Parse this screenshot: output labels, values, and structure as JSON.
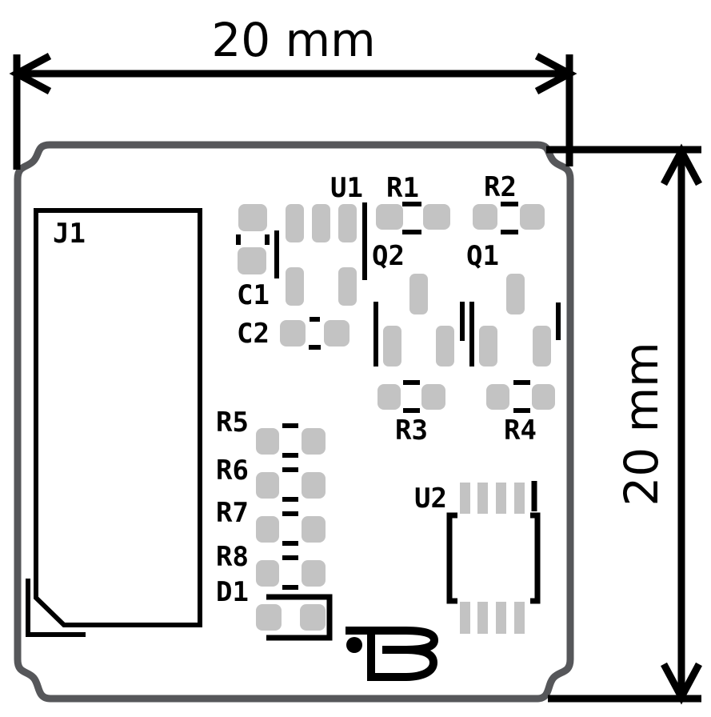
{
  "figure": {
    "type": "pcb-layout-dimension-drawing",
    "board_shape": "square with ogee (mouse-bite) corners"
  },
  "dimensions": {
    "width_label": "20 mm",
    "height_label": "20 mm"
  },
  "components": {
    "j1": "J1",
    "u1": "U1",
    "u2": "U2",
    "r1": "R1",
    "r2": "R2",
    "r3": "R3",
    "r4": "R4",
    "r5": "R5",
    "r6": "R6",
    "r7": "R7",
    "r8": "R8",
    "q1": "Q1",
    "q2": "Q2",
    "c1": "C1",
    "c2": "C2",
    "d1": "D1"
  },
  "logo": {
    "name": "stylized-B-brand-mark"
  },
  "colors": {
    "pad": "#c3c3c3",
    "board_outline": "#56575a",
    "silkscreen": "#000000",
    "background": "#ffffff"
  }
}
